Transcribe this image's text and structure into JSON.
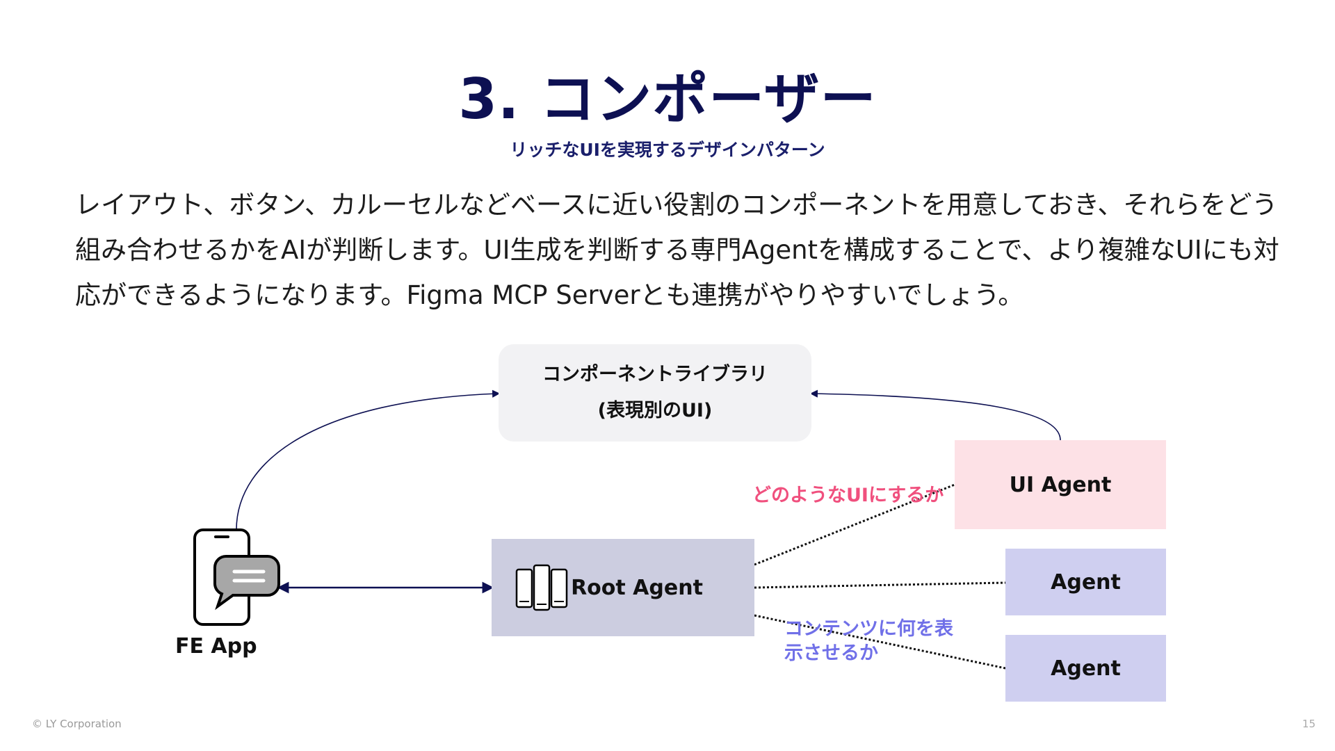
{
  "title": "3. コンポーザー",
  "subtitle": "リッチなUIを実現するデザインパターン",
  "body_lines": [
    "レイアウト、ボタン、カルーセルなどベースに近い役割のコンポーネントを用意しておき、それらをどう",
    "組み合わせるかをAIが判断します。UI生成を判断する専門Agentを構成することで、より複雑なUIにも対",
    "応ができるようになります。Figma MCP Serverとも連携がやりやすいでしょう。"
  ],
  "diagram": {
    "library_box": {
      "line1": "コンポーネントライブラリ",
      "line2": "(表現別のUI)"
    },
    "ui_agent": "UI Agent",
    "root_agent": "Root Agent",
    "agent_1": "Agent",
    "agent_2": "Agent",
    "fe_app": "FE App",
    "annotation_ui": "どのようなUIにするか",
    "annotation_content_1": "コンテンツに何を表",
    "annotation_content_2": "示させるか"
  },
  "colors": {
    "title": "#0d1052",
    "library_box": "#f2f2f4",
    "ui_agent_box": "#fde1e6",
    "root_agent_box": "#cccde0",
    "agent_box": "#cfcff0",
    "annotation_pink": "#f0507e",
    "annotation_blue": "#7070e8"
  },
  "footer": {
    "copyright": "© LY Corporation",
    "page_number": "15"
  }
}
